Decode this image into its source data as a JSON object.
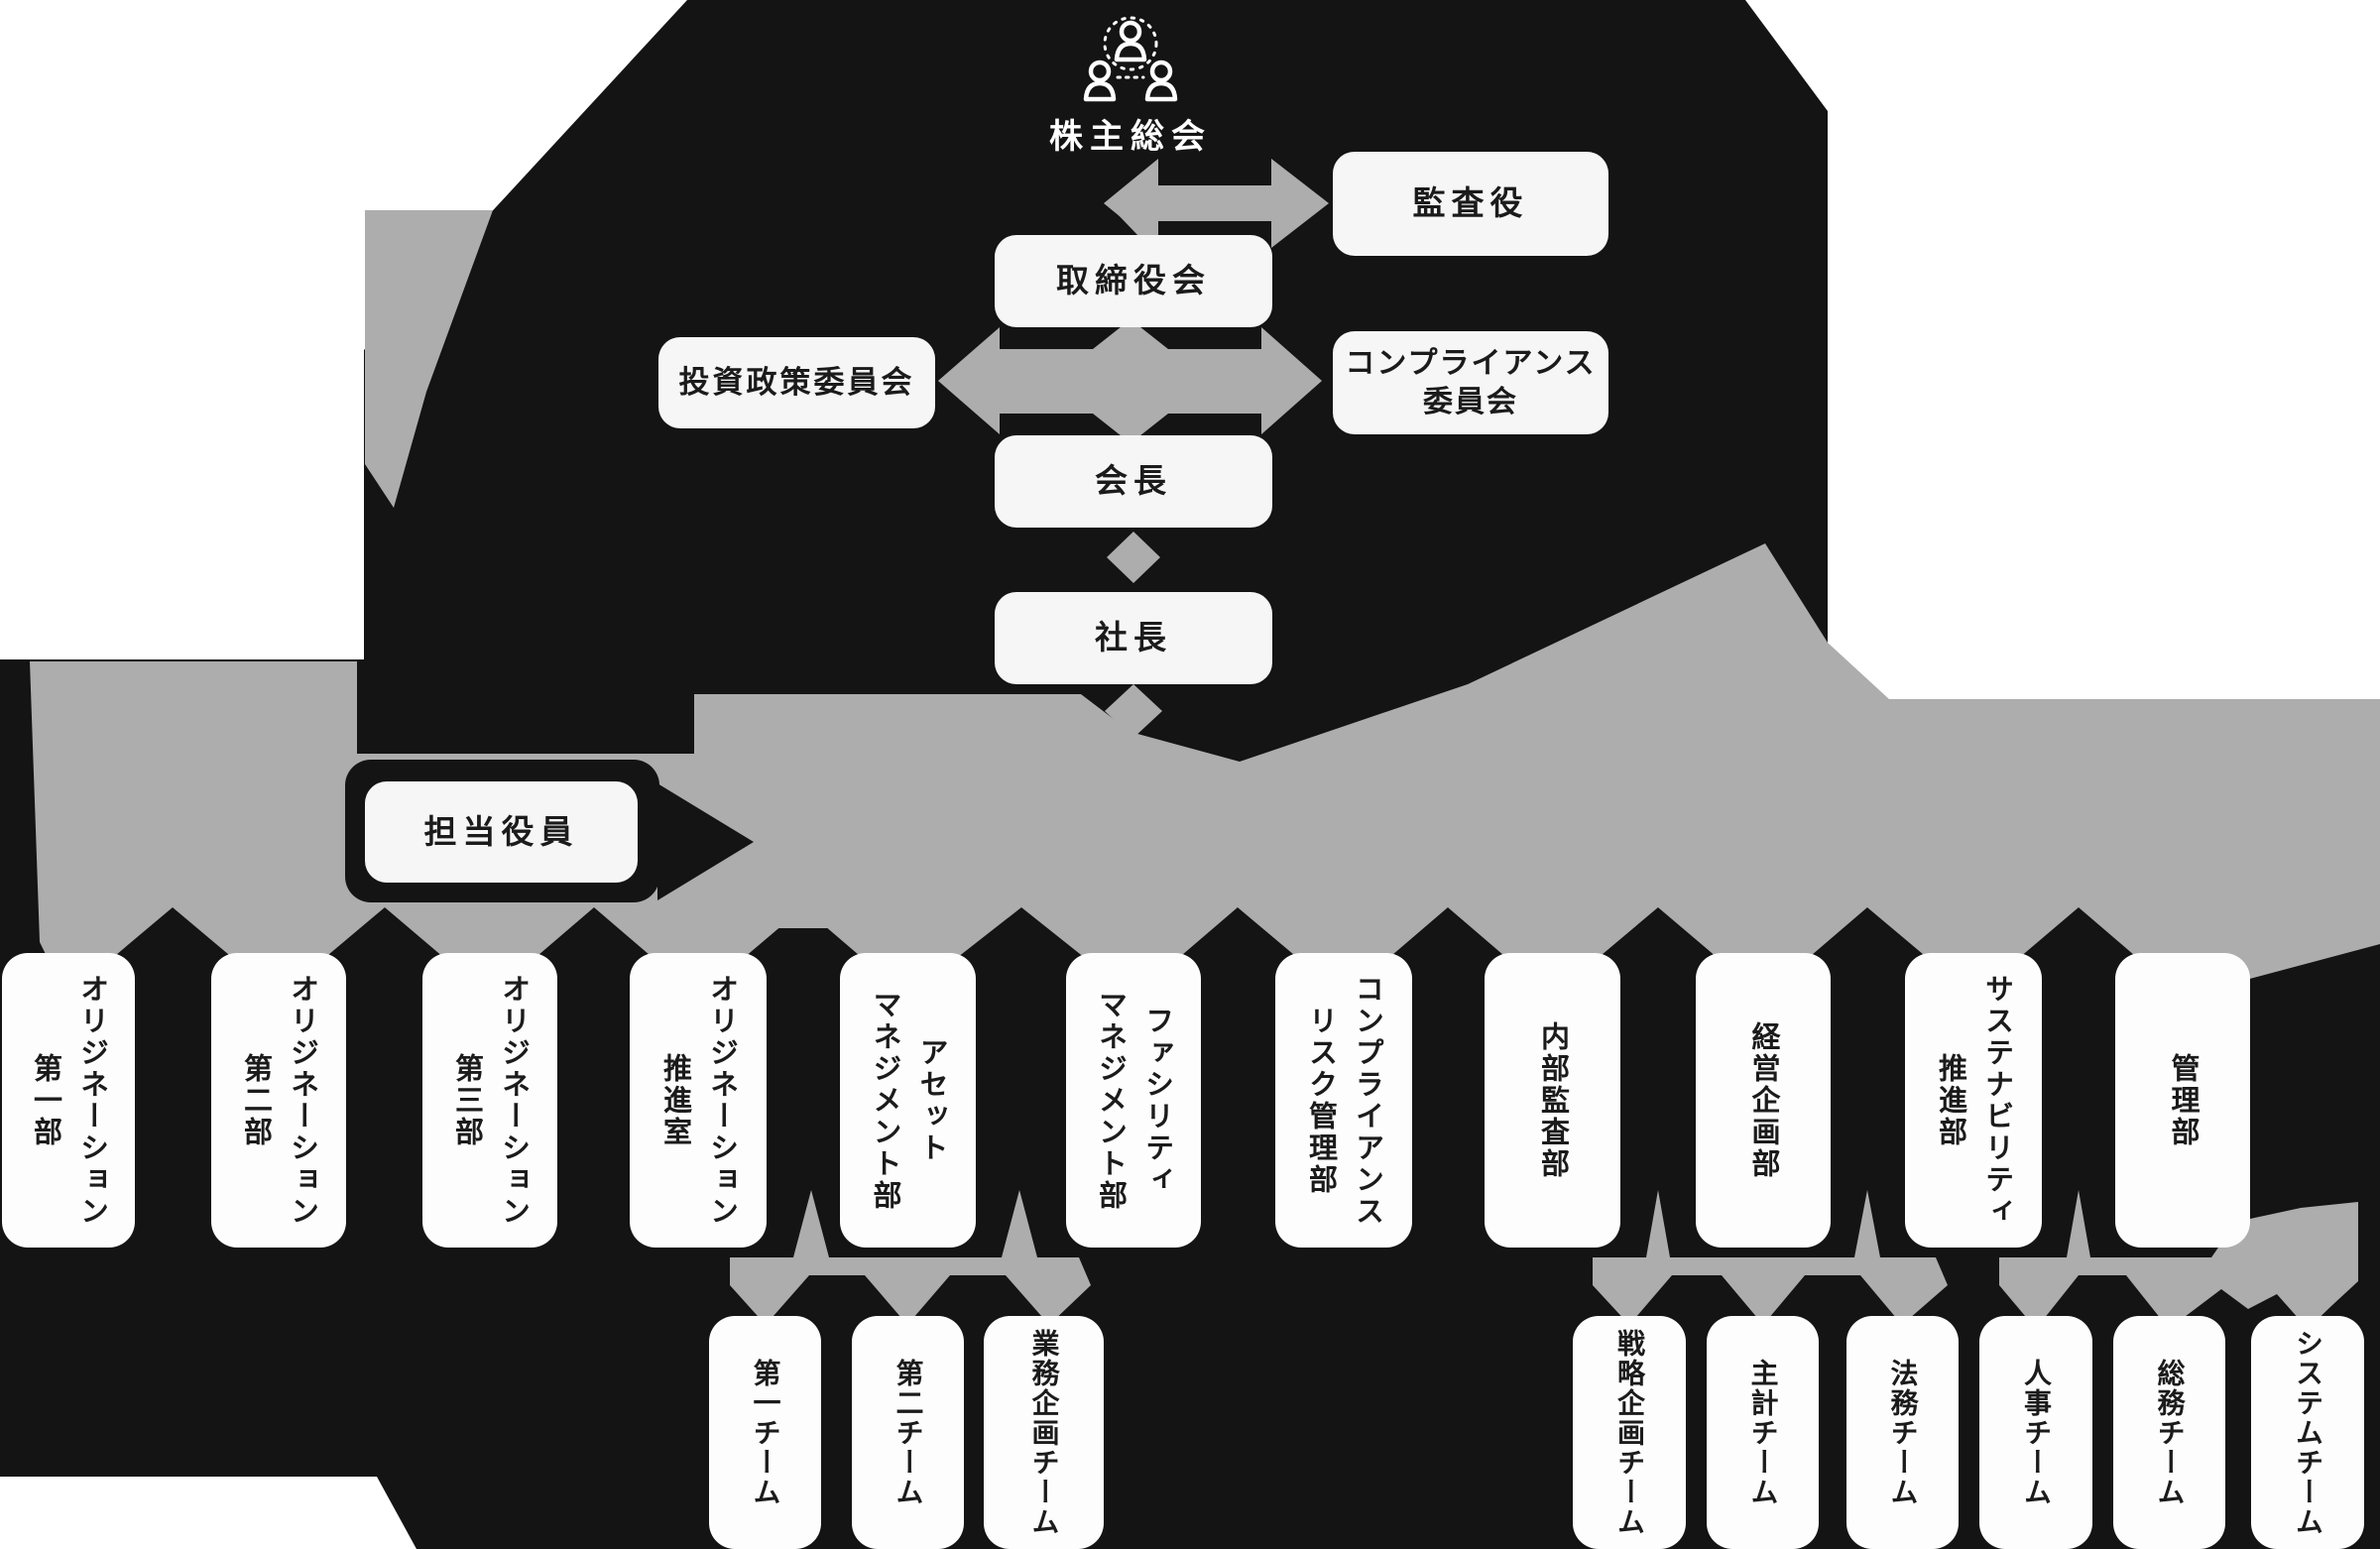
{
  "title": "株主総会",
  "colors": {
    "background": "#ffffff",
    "blob_black": "#141414",
    "connector_gray": "#adadad",
    "node_fill": "#f6f6f6",
    "node_fill_bright": "#fdfdfd",
    "node_text": "#1b1b1b",
    "title_text": "#ffffff"
  },
  "icons": {
    "shareholders": "people-network-icon"
  },
  "top_nodes": {
    "auditor": "監査役",
    "board": "取締役会",
    "investment_committee": "投資政策委員会",
    "compliance_committee": "コンプライアンス\n委員会",
    "chairman": "会長",
    "president": "社長",
    "executive_officer": "担当役員"
  },
  "departments": [
    {
      "line1": "オリジネーション",
      "line2": "第一部"
    },
    {
      "line1": "オリジネーション",
      "line2": "第二部"
    },
    {
      "line1": "オリジネーション",
      "line2": "第三部"
    },
    {
      "line1": "オリジネーション",
      "line2": "推進室"
    },
    {
      "line1": "アセット",
      "line2": "マネジメント部"
    },
    {
      "line1": "ファシリティ",
      "line2": "マネジメント部"
    },
    {
      "line1": "コンプライアンス",
      "line2": "リスク管理部"
    },
    {
      "line1": "内部監査部",
      "line2": ""
    },
    {
      "line1": "経営企画部",
      "line2": ""
    },
    {
      "line1": "サステナビリティ",
      "line2": "推進部"
    },
    {
      "line1": "管理部",
      "line2": ""
    }
  ],
  "teams": [
    {
      "label": "第一チーム"
    },
    {
      "label": "第二チーム"
    },
    {
      "label": "業務企画チーム"
    },
    {
      "label": "戦略企画チーム"
    },
    {
      "label": "主計チーム"
    },
    {
      "label": "法務チーム"
    },
    {
      "label": "人事チーム"
    },
    {
      "label": "総務チーム"
    },
    {
      "label": "システムチーム"
    }
  ]
}
